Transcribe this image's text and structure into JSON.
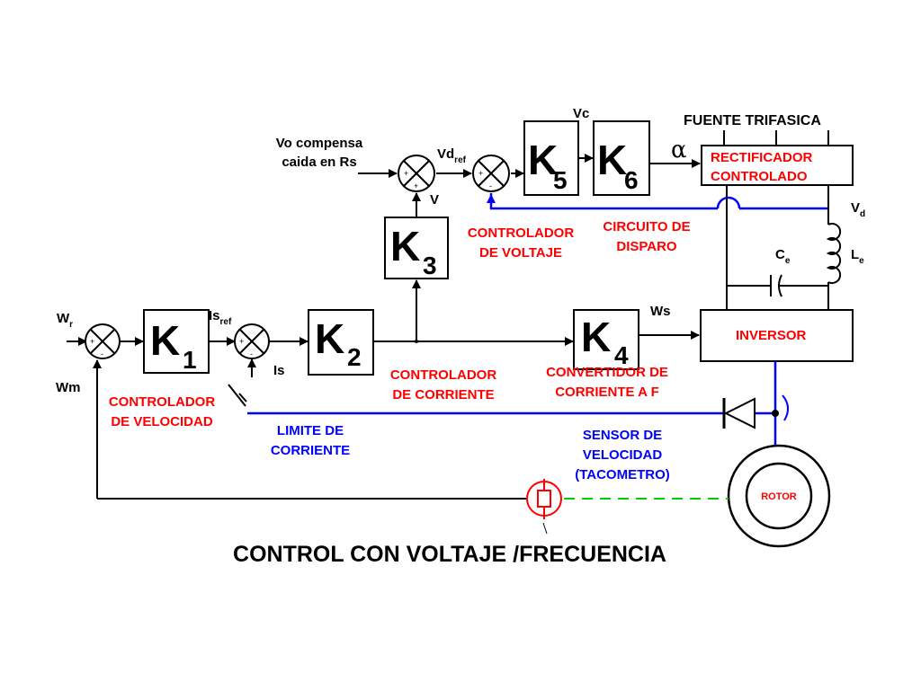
{
  "title": "CONTROL CON VOLTAJE /FRECUENCIA",
  "blocks": {
    "k1": {
      "main": "K",
      "sub": "1"
    },
    "k2": {
      "main": "K",
      "sub": "2"
    },
    "k3": {
      "main": "K",
      "sub": "3"
    },
    "k4": {
      "main": "K",
      "sub": "4"
    },
    "k5": {
      "main": "K",
      "sub": "5"
    },
    "k6": {
      "main": "K",
      "sub": "6"
    },
    "rectificador": [
      "RECTIFICADOR",
      "CONTROLADO"
    ],
    "inversor": "INVERSOR",
    "rotor": "ROTOR"
  },
  "signals": {
    "vo_compensa": [
      "Vo compensa",
      "caida en Rs"
    ],
    "vd_ref": {
      "main": "Vd",
      "sub": "ref"
    },
    "vc": "Vc",
    "v": "V",
    "alpha": "α",
    "wr": {
      "main": "W",
      "sub": "r"
    },
    "wm": "Wm",
    "is_ref": {
      "main": "Is",
      "sub": "ref"
    },
    "is": "Is",
    "ws": "Ws",
    "vd": {
      "main": "V",
      "sub": "d"
    },
    "ce": {
      "main": "C",
      "sub": "e"
    },
    "le": {
      "main": "L",
      "sub": "e"
    }
  },
  "annotations": {
    "fuente": "FUENTE TRIFASICA",
    "ctrl_voltaje": [
      "CONTROLADOR",
      "DE VOLTAJE"
    ],
    "circuito_disparo": [
      "CIRCUITO DE",
      "DISPARO"
    ],
    "ctrl_corriente": [
      "CONTROLADOR",
      "DE CORRIENTE"
    ],
    "convertidor": [
      "CONVERTIDOR DE",
      "CORRIENTE A F"
    ],
    "ctrl_velocidad": [
      "CONTROLADOR",
      "DE VELOCIDAD"
    ],
    "limite": [
      "LIMITE DE",
      "CORRIENTE"
    ],
    "sensor": [
      "SENSOR DE",
      "VELOCIDAD",
      "(TACOMETRO)"
    ]
  },
  "signs": {
    "plus": "+",
    "minus": "-"
  },
  "colors": {
    "red_labels": "#ff0000",
    "blue_labels": "#0000ff",
    "feedback_link": "#00cc00"
  }
}
